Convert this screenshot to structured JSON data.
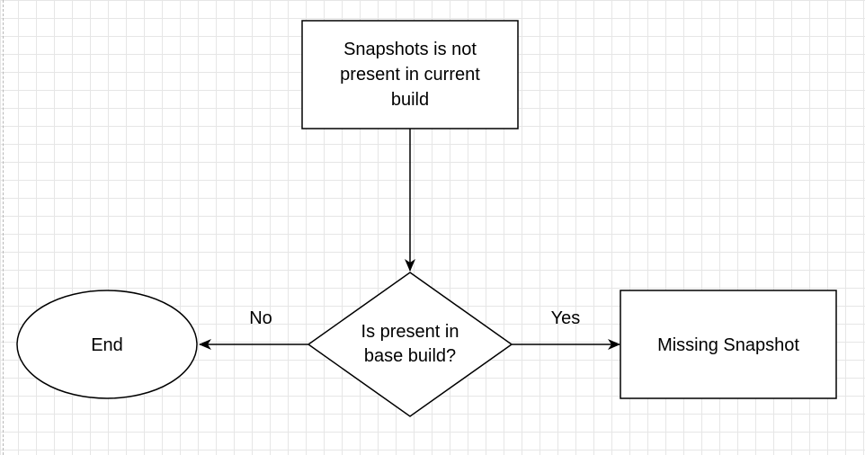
{
  "diagram": {
    "nodes": {
      "start": {
        "line1": "Snapshots is not",
        "line2": "present in current",
        "line3": "build"
      },
      "decision": {
        "line1": "Is present in",
        "line2": "base build?"
      },
      "end": {
        "label": "End"
      },
      "missing": {
        "label": "Missing Snapshot"
      }
    },
    "edges": {
      "no_label": "No",
      "yes_label": "Yes"
    }
  }
}
